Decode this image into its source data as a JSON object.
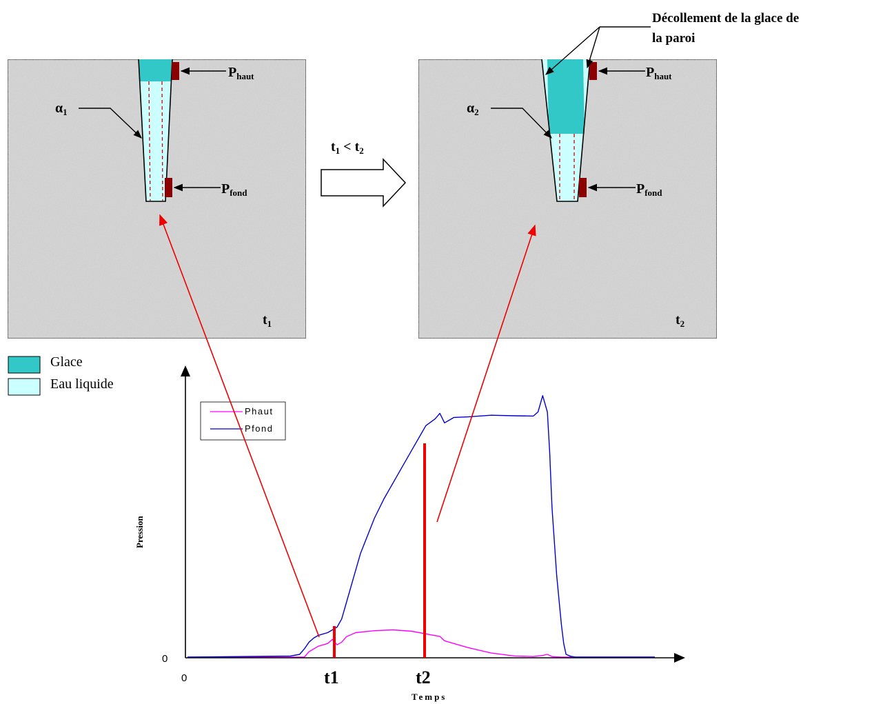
{
  "annotation": {
    "line1": "Décollement de  la glace de",
    "line2": "la paroi"
  },
  "left_panel": {
    "p_top_main": "P",
    "p_top_sub": "haut",
    "p_bottom_main": "P",
    "p_bottom_sub": "fond",
    "alpha_main": "α",
    "alpha_sub": "1",
    "time_main": "t",
    "time_sub": "1"
  },
  "right_panel": {
    "p_top_main": "P",
    "p_top_sub": "haut",
    "p_bottom_main": "P",
    "p_bottom_sub": "fond",
    "alpha_main": "α",
    "alpha_sub": "2",
    "time_main": "t",
    "time_sub": "2"
  },
  "transition": {
    "t1": "t",
    "t1_sub": "1",
    "lt": " < ",
    "t2": "t",
    "t2_sub": "2"
  },
  "legend_material": {
    "items": [
      {
        "label": "Glace",
        "color": "#33c8c8"
      },
      {
        "label": "Eau liquide",
        "color": "#ccffff"
      }
    ]
  },
  "colors": {
    "ice": "#33c8c8",
    "water": "#ccffff",
    "sensor": "#8b0000",
    "annotation_arrow": "#ee0000",
    "p_haut": "#ff00ff",
    "p_fond": "#0000cc",
    "concrete": "#d9d9d9"
  },
  "chart_data": {
    "type": "line",
    "xlabel": "Temps",
    "ylabel": "Pression",
    "x_tick_label": "0",
    "y_tick_label": "0",
    "markers": [
      "t1",
      "t2"
    ],
    "legend": [
      "Phaut",
      "Pfond"
    ],
    "legend_position": "top-left",
    "xlim": [
      0,
      100
    ],
    "ylim": [
      0,
      100
    ],
    "series": [
      {
        "name": "Phaut",
        "color": "#ff00ff",
        "x": [
          0,
          20,
          25,
          26,
          28,
          30,
          31,
          32,
          33,
          34,
          36,
          40,
          44,
          48,
          52,
          54,
          55,
          60,
          65,
          70,
          74,
          76,
          77,
          78,
          80,
          100
        ],
        "y": [
          0,
          0,
          0,
          2,
          4,
          5,
          6.5,
          4.5,
          5.5,
          7.5,
          9,
          9.7,
          10,
          9.5,
          8.2,
          7.6,
          6,
          3.5,
          1.5,
          0.4,
          0.2,
          0.6,
          1,
          0.2,
          0,
          0
        ]
      },
      {
        "name": "Pfond",
        "color": "#0000cc",
        "x": [
          0,
          22,
          24,
          25,
          26,
          27,
          28,
          30,
          31,
          32,
          33,
          34,
          35,
          37,
          40,
          42,
          45,
          48,
          51,
          53,
          54,
          55,
          56,
          57,
          60,
          65,
          70,
          74,
          75,
          76,
          77,
          77.5,
          78,
          79,
          80,
          80.5,
          81,
          82,
          83,
          100
        ],
        "y": [
          0,
          0.4,
          1,
          3,
          5.5,
          7,
          8,
          9,
          10,
          11,
          14,
          20,
          26,
          38,
          51,
          58,
          67,
          76,
          85,
          87.5,
          89.5,
          86,
          87,
          88,
          88.2,
          88.8,
          88.6,
          88.5,
          90,
          96,
          90,
          75,
          55,
          30,
          12,
          5,
          1,
          0.3,
          0,
          0
        ]
      }
    ]
  }
}
